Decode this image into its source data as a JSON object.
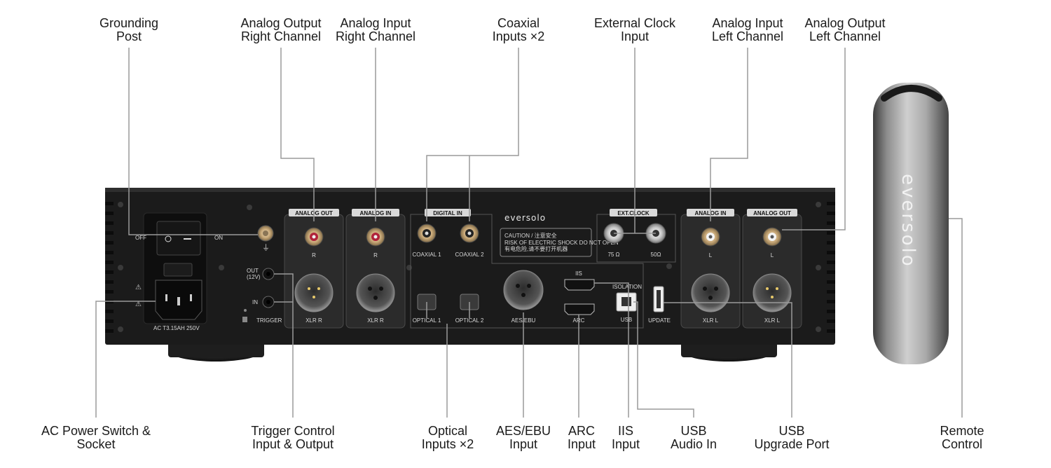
{
  "callouts_top": [
    {
      "id": "grounding-post",
      "lines": [
        "Grounding",
        "Post"
      ]
    },
    {
      "id": "analog-output-right",
      "lines": [
        "Analog Output",
        "Right Channel"
      ]
    },
    {
      "id": "analog-input-right",
      "lines": [
        "Analog Input",
        "Right Channel"
      ]
    },
    {
      "id": "coaxial-inputs",
      "lines": [
        "Coaxial",
        "Inputs ×2"
      ]
    },
    {
      "id": "external-clock",
      "lines": [
        "External Clock",
        "Input"
      ]
    },
    {
      "id": "analog-input-left",
      "lines": [
        "Analog Input",
        "Left Channel"
      ]
    },
    {
      "id": "analog-output-left",
      "lines": [
        "Analog Output",
        "Left Channel"
      ]
    }
  ],
  "callouts_bottom": [
    {
      "id": "ac-power",
      "lines": [
        "AC Power Switch &",
        "Socket"
      ]
    },
    {
      "id": "trigger",
      "lines": [
        "Trigger Control",
        "Input & Output"
      ]
    },
    {
      "id": "optical-inputs",
      "lines": [
        "Optical",
        "Inputs ×2"
      ]
    },
    {
      "id": "aes-ebu",
      "lines": [
        "AES/EBU",
        "Input"
      ]
    },
    {
      "id": "arc",
      "lines": [
        "ARC",
        "Input"
      ]
    },
    {
      "id": "iis",
      "lines": [
        "IIS",
        "Input"
      ]
    },
    {
      "id": "usb-audio",
      "lines": [
        "USB",
        "Audio In"
      ]
    },
    {
      "id": "usb-upgrade",
      "lines": [
        "USB",
        "Upgrade Port"
      ]
    },
    {
      "id": "remote",
      "lines": [
        "Remote",
        "Control"
      ]
    }
  ],
  "panel": {
    "brand": "eversolo",
    "section_analog_out": "ANALOG OUT",
    "section_analog_in": "ANALOG IN",
    "section_digital_in": "DIGITAL IN",
    "section_ext_clock": "EXT.CLOCK",
    "off": "OFF",
    "on": "ON",
    "ac_rating": "AC    T3.15AH 250V",
    "trigger_out": "OUT",
    "trigger_out_sub": "(12V)",
    "trigger_in": "IN",
    "trigger": "TRIGGER",
    "ch_r": "R",
    "ch_l": "L",
    "xlr_r": "XLR R",
    "xlr_l": "XLR L",
    "coaxial1": "COAXIAL 1",
    "coaxial2": "COAXIAL 2",
    "optical1": "OPTICAL 1",
    "optical2": "OPTICAL 2",
    "aes_ebu": "AES/EBU",
    "iis": "IIS",
    "arc": "ARC",
    "isolation": "ISOLATION",
    "usb": "USB",
    "update": "UPDATE",
    "clock_75": "75 Ω",
    "clock_50": "50Ω",
    "caution_title": "CAUTION / 注意安全",
    "caution_line1": "RISK OF ELECTRIC SHOCK DO NOT OPEN",
    "caution_line2": "有电危险,请不要打开机器"
  },
  "remote_brand": "eversolo",
  "colors": {
    "panel": "#1b1b1b",
    "line": "#9a9a9a",
    "text": "#1a1a1a",
    "remote": "#b8b8b8"
  }
}
